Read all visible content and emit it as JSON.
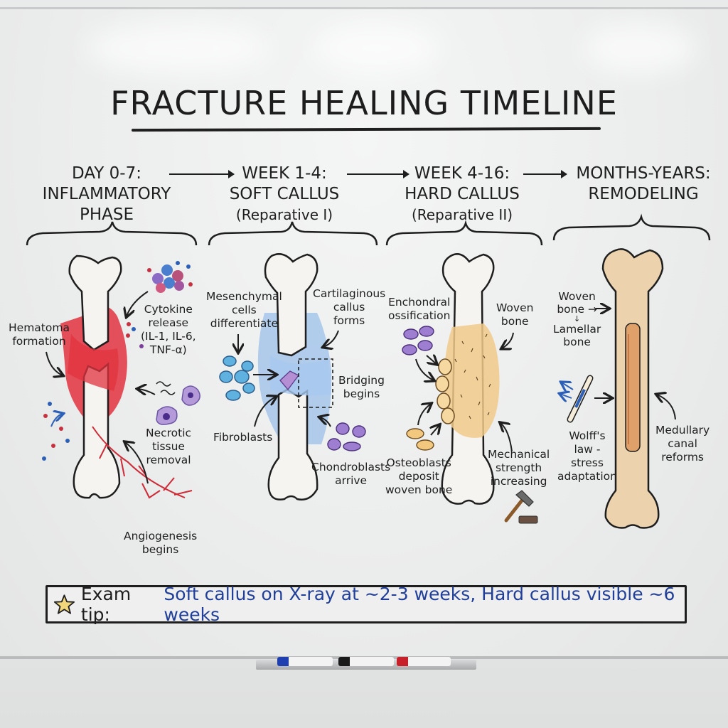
{
  "title": "FRACTURE HEALING TIMELINE",
  "phases": [
    {
      "time": "DAY 0-7:",
      "name": "INFLAMMATORY",
      "name2": "PHASE",
      "sub": ""
    },
    {
      "time": "WEEK 1-4:",
      "name": "SOFT CALLUS",
      "name2": "",
      "sub": "(Reparative I)"
    },
    {
      "time": "WEEK 4-16:",
      "name": "HARD CALLUS",
      "name2": "",
      "sub": "(Reparative II)"
    },
    {
      "time": "MONTHS-YEARS:",
      "name": "REMODELING",
      "name2": "",
      "sub": ""
    }
  ],
  "labels": {
    "inflammatory": {
      "cytokine": [
        "Cytokine",
        "release",
        "(IL-1, IL-6,",
        "TNF-α)"
      ],
      "hematoma": [
        "Hematoma",
        "formation"
      ],
      "necrotic": [
        "Necrotic",
        "tissue",
        "removal"
      ],
      "angiogenesis": [
        "Angiogenesis",
        "begins"
      ]
    },
    "soft": {
      "mesenchymal": [
        "Mesenchymal",
        "cells",
        "differentiate"
      ],
      "cartilaginous": [
        "Cartilaginous",
        "callus",
        "forms"
      ],
      "bridging": [
        "Bridging",
        "begins"
      ],
      "fibroblasts": [
        "Fibroblasts"
      ],
      "chondroblasts": [
        "Chondroblasts",
        "arrive"
      ]
    },
    "hard": {
      "enchondral": [
        "Enchondral",
        "ossification"
      ],
      "woven": [
        "Woven",
        "bone"
      ],
      "osteoblasts": [
        "Osteoblasts",
        "deposit",
        "woven bone"
      ],
      "mechanical": [
        "Mechanical",
        "strength",
        "increasing"
      ]
    },
    "remodel": {
      "woven": [
        "Woven",
        "bone →",
        "↓",
        "Lamellar",
        "bone"
      ],
      "wolff": [
        "Wolff's",
        "law -",
        "stress",
        "adaptation"
      ],
      "medullary": [
        "Medullary",
        "canal",
        "reforms"
      ]
    }
  },
  "exam_tip": {
    "icon": "star-icon",
    "label": "Exam tip:",
    "text": "Soft callus on X-ray at ~2-3 weeks, Hard callus visible ~6 weeks"
  },
  "markers": [
    {
      "color": "#1f3fb0"
    },
    {
      "color": "#1a1a1a"
    },
    {
      "color": "#c8202a"
    }
  ],
  "colors": {
    "ink": "#1e1e1e",
    "hematoma": "#e2333f",
    "soft_callus": "#8fb8e6",
    "hard_callus": "#f0c98a",
    "remodel_bone": "#ecd3ad",
    "tip_blue": "#1f3f9a",
    "star": "#f1d77a"
  }
}
